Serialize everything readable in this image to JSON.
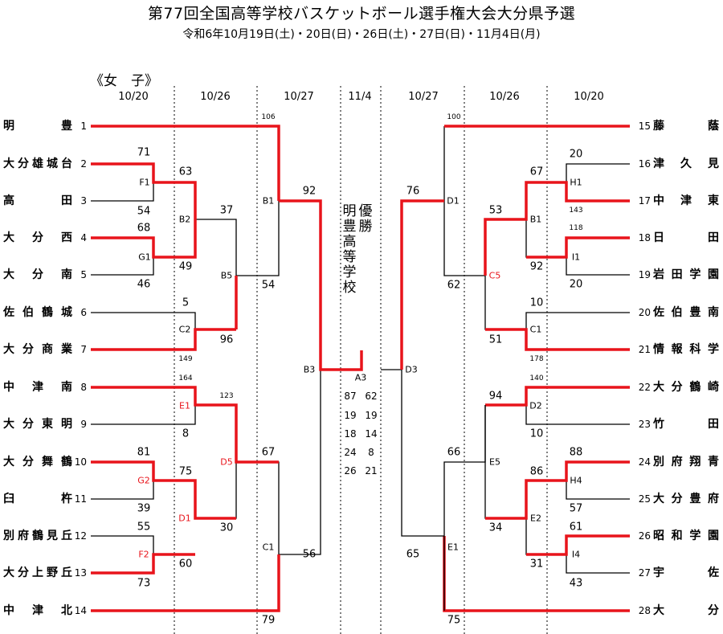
{
  "header": {
    "title": "第77回全国高等学校バスケットボール選手権大会大分県予選",
    "subtitle": "令和6年10月19日(土)・20日(日)・26日(土)・27日(日)・11月4日(月)",
    "section": "《女　子》"
  },
  "dates": [
    "10/20",
    "10/26",
    "10/27",
    "11/4",
    "10/27",
    "10/26",
    "10/20"
  ],
  "left_teams": [
    {
      "seed": "1",
      "name": "明豊"
    },
    {
      "seed": "2",
      "name": "大分雄城台"
    },
    {
      "seed": "3",
      "name": "高田"
    },
    {
      "seed": "4",
      "name": "大分西"
    },
    {
      "seed": "5",
      "name": "大分南"
    },
    {
      "seed": "6",
      "name": "佐伯鶴城"
    },
    {
      "seed": "7",
      "name": "大分商業"
    },
    {
      "seed": "8",
      "name": "中津南"
    },
    {
      "seed": "9",
      "name": "大分東明"
    },
    {
      "seed": "10",
      "name": "大分舞鶴"
    },
    {
      "seed": "11",
      "name": "臼杵"
    },
    {
      "seed": "12",
      "name": "別府鶴見丘"
    },
    {
      "seed": "13",
      "name": "大分上野丘"
    },
    {
      "seed": "14",
      "name": "中津北"
    }
  ],
  "right_teams": [
    {
      "seed": "15",
      "name": "藤蔭"
    },
    {
      "seed": "16",
      "name": "津久見"
    },
    {
      "seed": "17",
      "name": "中津東"
    },
    {
      "seed": "18",
      "name": "日田"
    },
    {
      "seed": "19",
      "name": "岩田学園"
    },
    {
      "seed": "20",
      "name": "佐伯豊南"
    },
    {
      "seed": "21",
      "name": "情報科学"
    },
    {
      "seed": "22",
      "name": "大分鶴崎"
    },
    {
      "seed": "23",
      "name": "竹田"
    },
    {
      "seed": "24",
      "name": "別府翔青"
    },
    {
      "seed": "25",
      "name": "大分豊府"
    },
    {
      "seed": "26",
      "name": "昭和学園"
    },
    {
      "seed": "27",
      "name": "宇佐"
    },
    {
      "seed": "28",
      "name": "大分"
    }
  ],
  "match_labels": {
    "F1": "F1",
    "G1": "G1",
    "C2": "C2",
    "E1": "E1",
    "G2": "G2",
    "F2": "F2",
    "B2": "B2",
    "B5": "B5",
    "D1L": "D1",
    "D5": "D5",
    "B1L": "B1",
    "C1L": "C1",
    "B3": "B3",
    "A3": "A3",
    "D3": "D3",
    "D1R": "D1",
    "E1R": "E1",
    "B1R": "B1",
    "C5": "C5",
    "E5": "E5",
    "E2": "E2",
    "H1": "H1",
    "I1": "I1",
    "C1R": "C1",
    "D2": "D2",
    "H4": "H4",
    "I4": "I4"
  },
  "scores": {
    "s71": "71",
    "s54": "54",
    "s68": "68",
    "s46": "46",
    "s63": "63",
    "s49": "49",
    "s5": "5",
    "s149": "149",
    "s164": "164",
    "s8": "8",
    "s81": "81",
    "s39": "39",
    "s55": "55",
    "s73": "73",
    "s37": "37",
    "s96": "96",
    "s123": "123",
    "s75": "75",
    "s30": "30",
    "s60": "60",
    "s106": "106",
    "s54b": "54",
    "s67": "67",
    "s79": "79",
    "s92": "92",
    "s56": "56",
    "r100": "100",
    "r20": "20",
    "r143": "143",
    "r118": "118",
    "r20b": "20",
    "r10": "10",
    "r178": "178",
    "r140": "140",
    "r10b": "10",
    "r88": "88",
    "r57": "57",
    "r61": "61",
    "r43": "43",
    "r67": "67",
    "r92": "92",
    "r53": "53",
    "r51": "51",
    "r94": "94",
    "r86": "86",
    "r34": "34",
    "r31": "31",
    "r62": "62",
    "r66": "66",
    "r75": "75",
    "r76": "76",
    "r65": "65"
  },
  "winner": {
    "label": "優勝",
    "school": "明豊高等学校"
  },
  "final_scores": {
    "left": [
      "87",
      "19",
      "18",
      "24",
      "26"
    ],
    "right": [
      "62",
      "19",
      "14",
      "8",
      "21"
    ]
  },
  "colors": {
    "win": "#e8141b",
    "line": "#000000"
  }
}
